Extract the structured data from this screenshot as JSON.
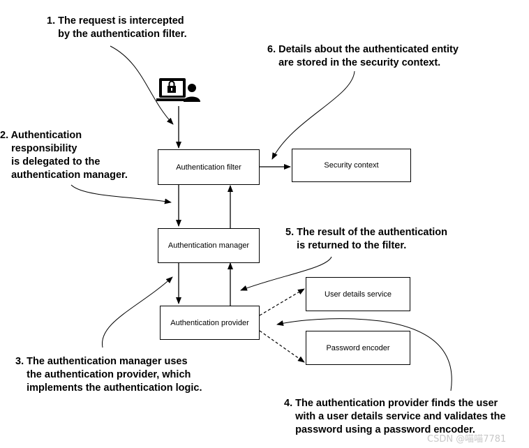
{
  "boxes": {
    "authentication_filter": "Authentication filter",
    "security_context": "Security context",
    "authentication_manager": "Authentication manager",
    "authentication_provider": "Authentication provider",
    "user_details_service": "User details service",
    "password_encoder": "Password encoder"
  },
  "notes": {
    "note1": "1. The request is intercepted\n    by the authentication filter.",
    "note2": "2. Authentication\n    responsibility\n    is delegated to the\n    authentication manager.",
    "note3": "3. The authentication manager uses\n    the authentication provider, which\n    implements the authentication logic.",
    "note4": "4. The authentication provider finds the user\n    with a user details service and validates the\n    password using a password encoder.",
    "note5": "5. The result of the authentication\n    is returned to the filter.",
    "note6": "6. Details about the authenticated entity\n    are stored in the security context."
  },
  "icons": {
    "client": "laptop-lock-user-icon"
  },
  "watermark": "CSDN @喵喵7781"
}
